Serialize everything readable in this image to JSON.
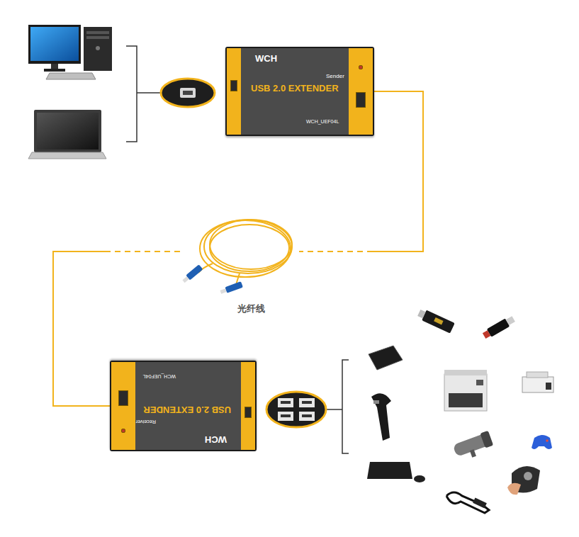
{
  "diagram": {
    "nodes": [
      {
        "text": [
          "WCH",
          "Sender",
          "USB 2.0 EXTENDER",
          "WCH_UEF04L"
        ]
      },
      {
        "text": [
          "WCH",
          "Receiver",
          "USB 2.0 EXTENDER",
          "WCH_UEF04L"
        ]
      }
    ],
    "edges": [
      {
        "from": 0,
        "to": 1,
        "arrow": "none",
        "label": "光纤线"
      }
    ]
  }
}
